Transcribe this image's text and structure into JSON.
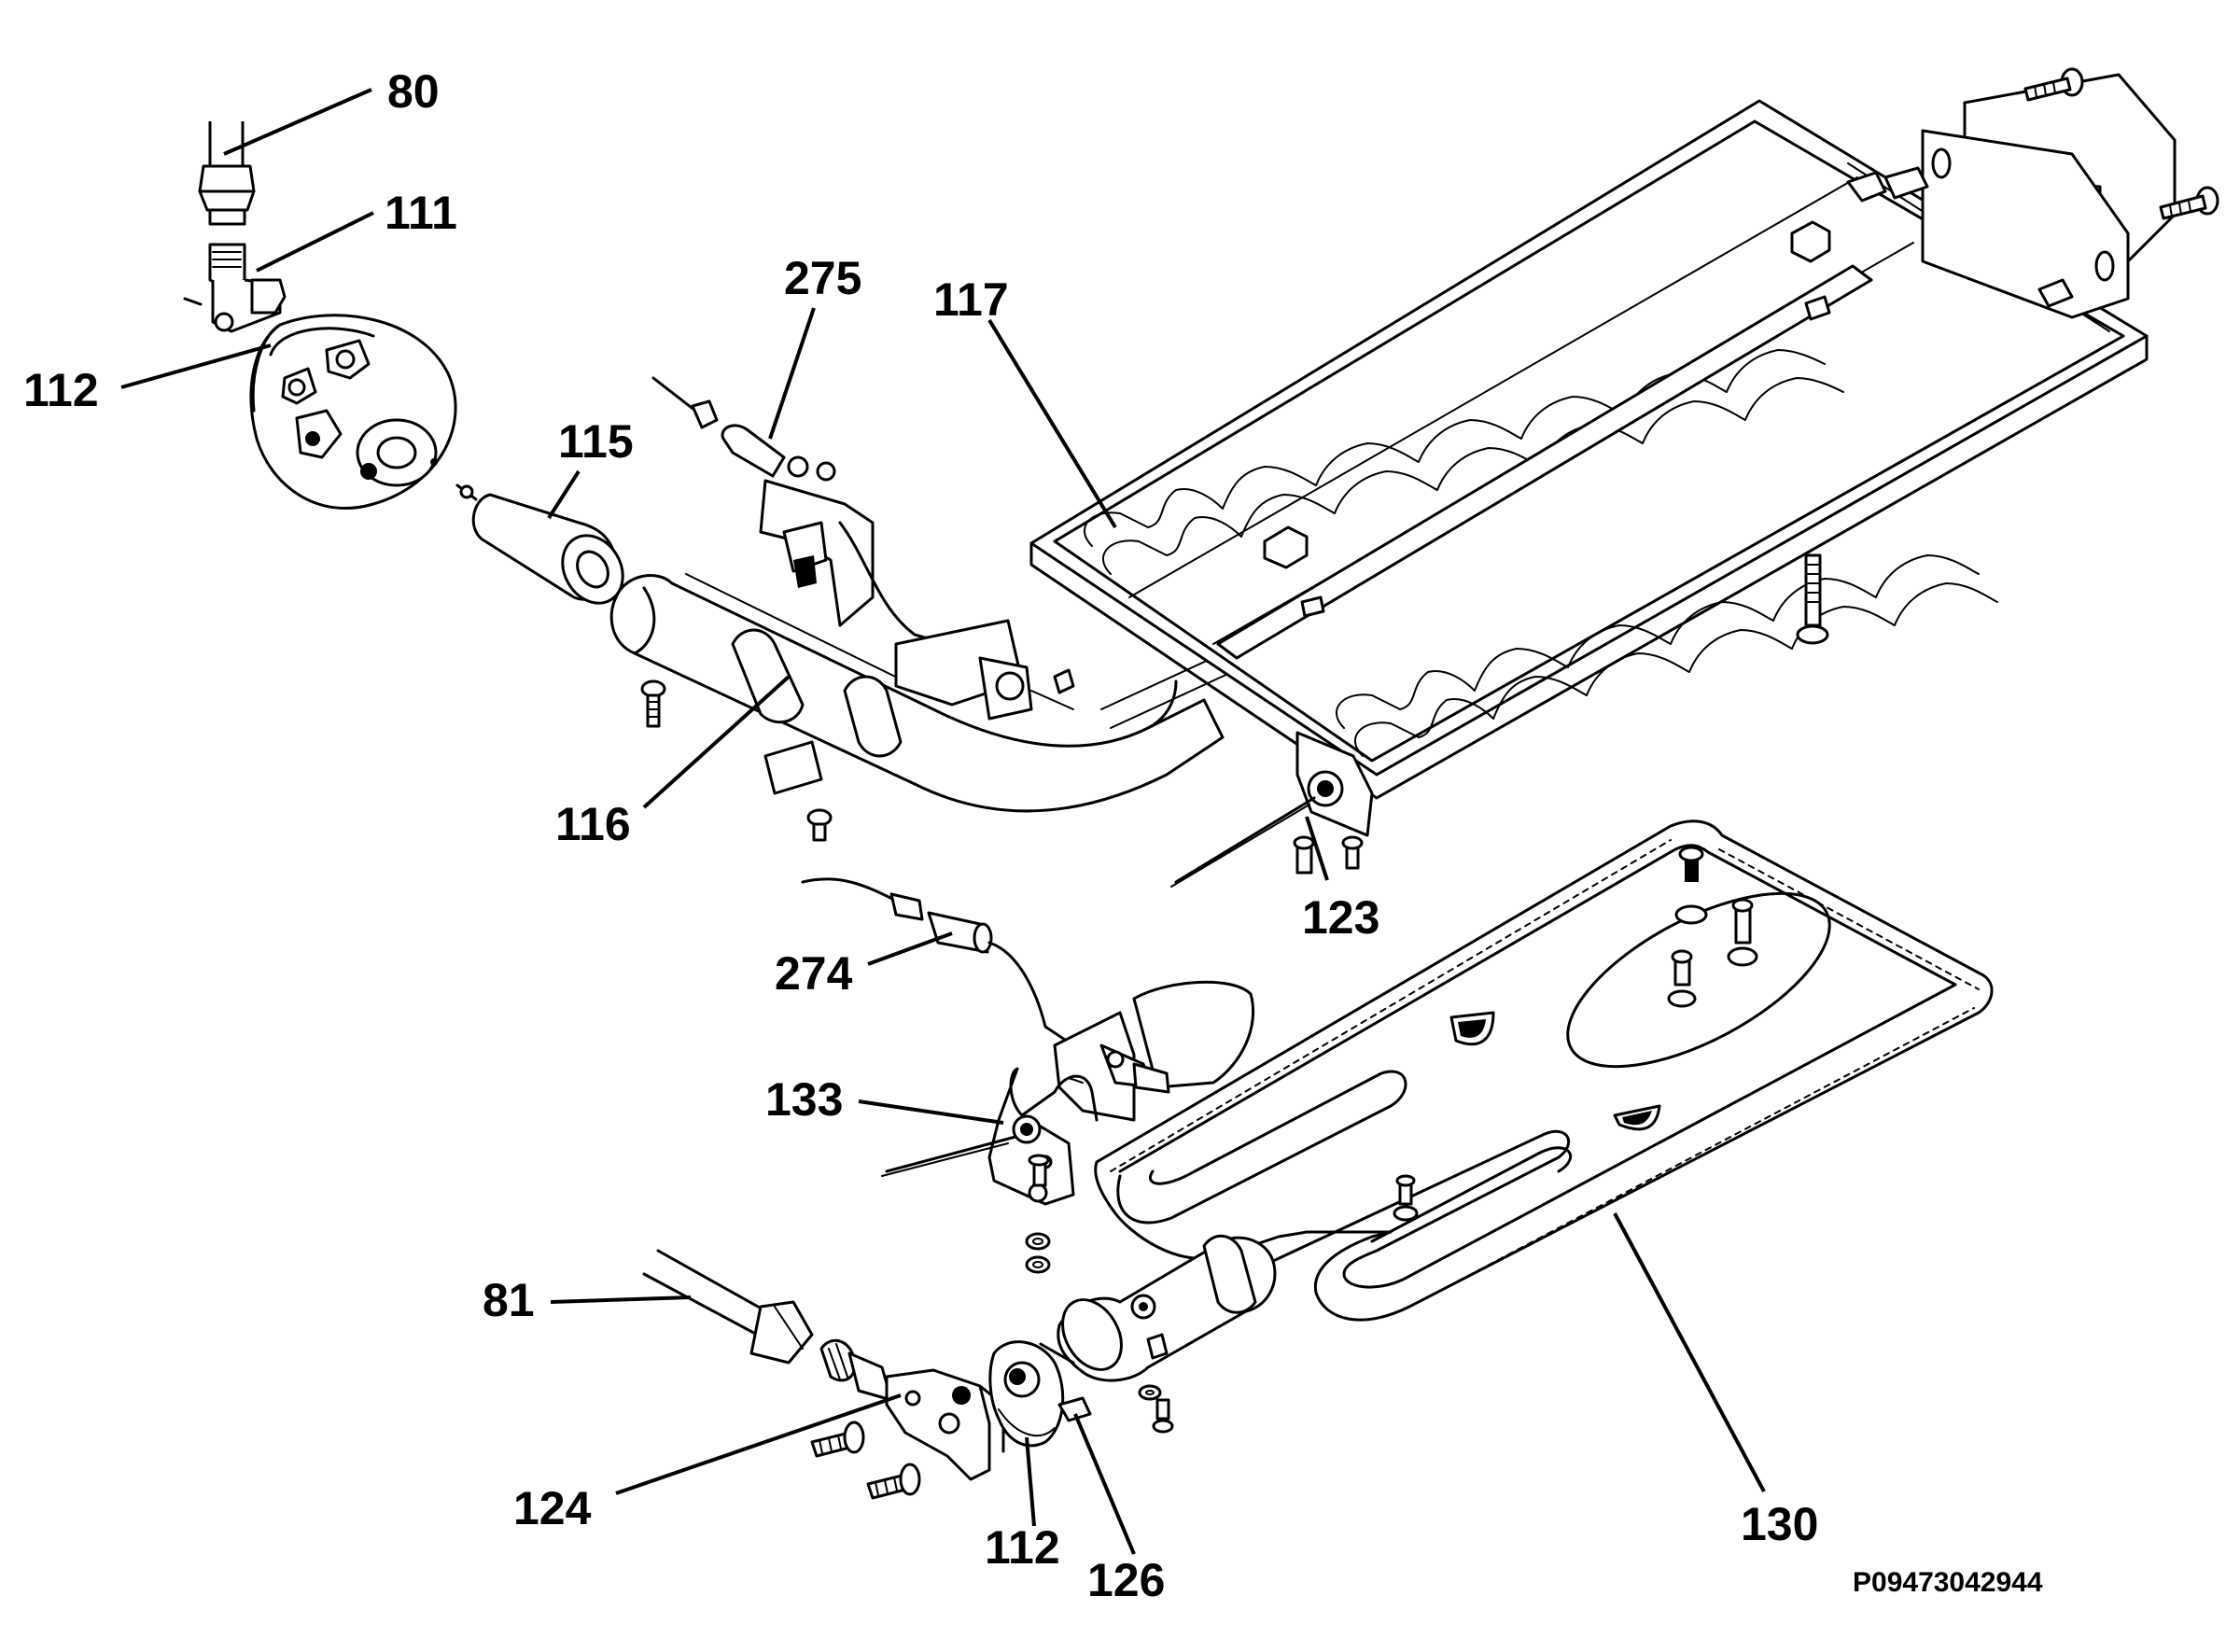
{
  "labels": {
    "p80": "80",
    "p111": "111",
    "p112_top": "112",
    "p275": "275",
    "p117": "117",
    "p115": "115",
    "p116": "116",
    "p123": "123",
    "p274": "274",
    "p133": "133",
    "p81": "81",
    "p124": "124",
    "p112_bottom": "112",
    "p126": "126",
    "p130": "130"
  },
  "drawing_code": "P09473042944"
}
